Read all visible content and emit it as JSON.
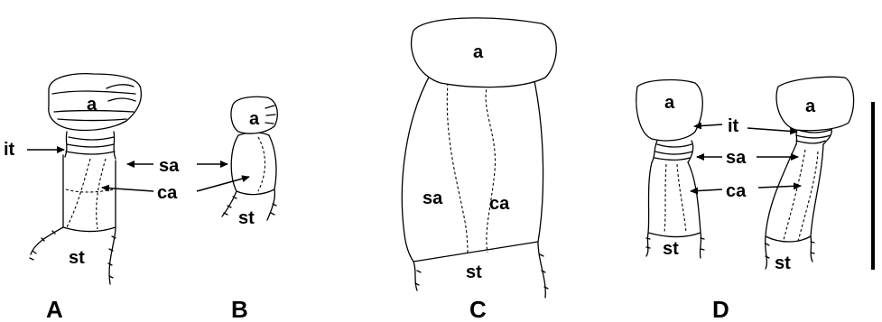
{
  "labels": {
    "a": "a",
    "it": "it",
    "sa": "sa",
    "ca": "ca",
    "st": "st"
  },
  "panels": [
    "A",
    "B",
    "C",
    "D"
  ]
}
